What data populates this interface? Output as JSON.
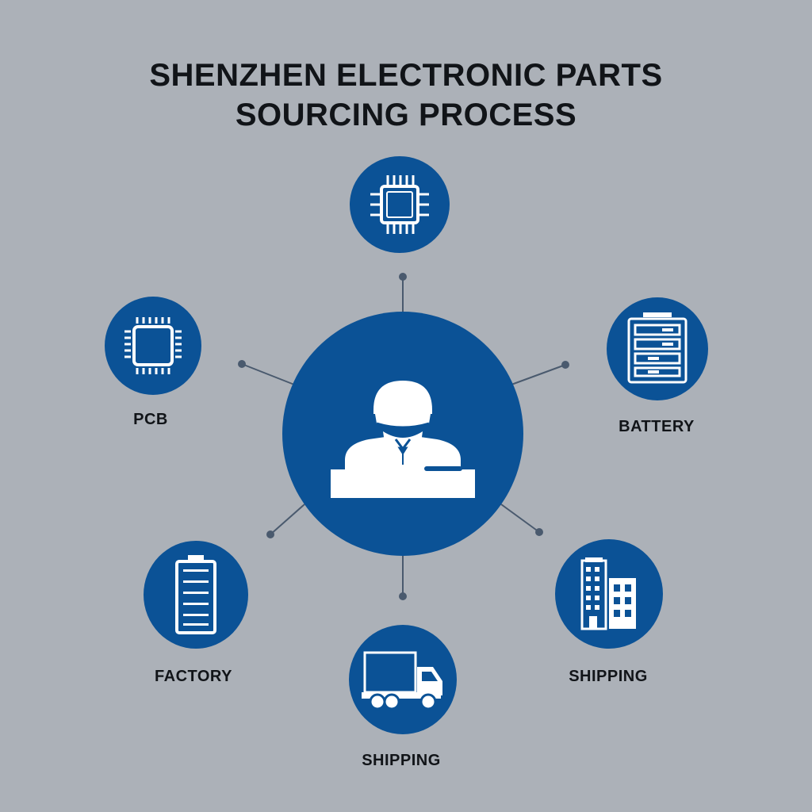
{
  "title": {
    "line1": "SHENZHEN ELECTRONIC PARTS",
    "line2": "SOURCING PROCESS"
  },
  "colors": {
    "background": "#acb1b8",
    "node_fill": "#0b5296",
    "icon_stroke": "#ffffff",
    "connector": "#4a5a6e",
    "text": "#111418"
  },
  "center_node": {
    "icon": "sourcing-agent-icon"
  },
  "nodes": [
    {
      "id": "top",
      "icon": "microchip-icon",
      "label": ""
    },
    {
      "id": "pcb",
      "icon": "microchip-icon",
      "label": "PCB"
    },
    {
      "id": "battery",
      "icon": "server-rack-icon",
      "label": "BATTERY"
    },
    {
      "id": "factory",
      "icon": "battery-icon",
      "label": "FACTORY"
    },
    {
      "id": "shipping-right",
      "icon": "buildings-icon",
      "label": "SHIPPING"
    },
    {
      "id": "shipping-bottom",
      "icon": "truck-icon",
      "label": "SHIPPING"
    }
  ]
}
